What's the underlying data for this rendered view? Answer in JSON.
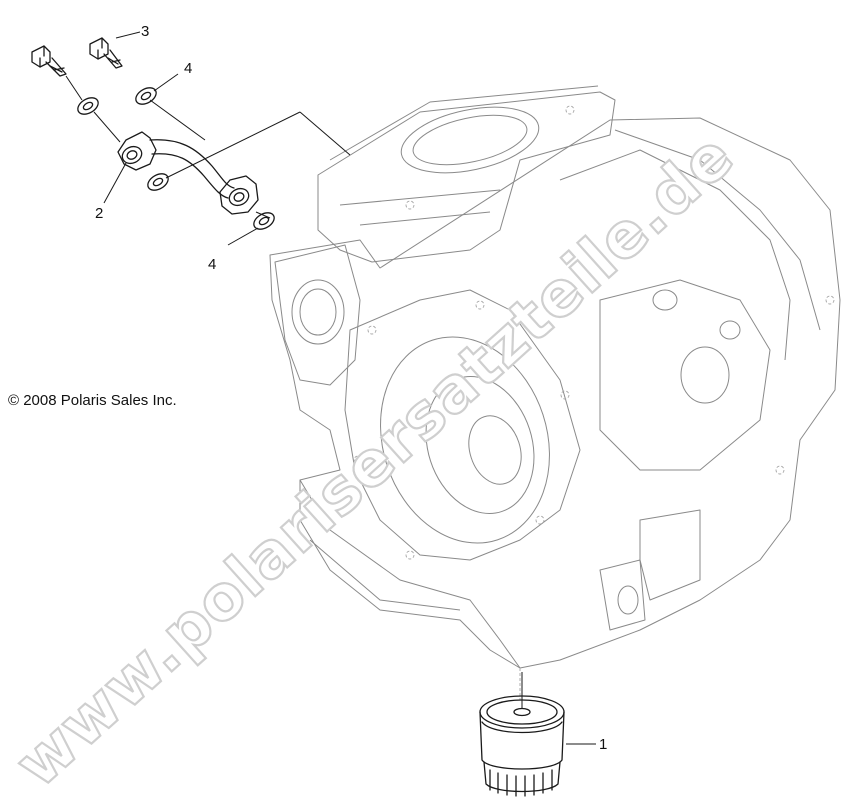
{
  "copyright": "© 2008 Polaris Sales Inc.",
  "watermark": "www.polarisersatzteile.de",
  "callouts": [
    {
      "id": "oil-filter",
      "label": "1"
    },
    {
      "id": "oil-line",
      "label": "2"
    },
    {
      "id": "banjo-bolt",
      "label": "3"
    },
    {
      "id": "washer-upper",
      "label": "4"
    },
    {
      "id": "washer-lower",
      "label": "4"
    }
  ],
  "colors": {
    "line": "#1a1a1a",
    "engine_outline": "#8a8a8a",
    "watermark_stroke": "#cfcfcf"
  }
}
